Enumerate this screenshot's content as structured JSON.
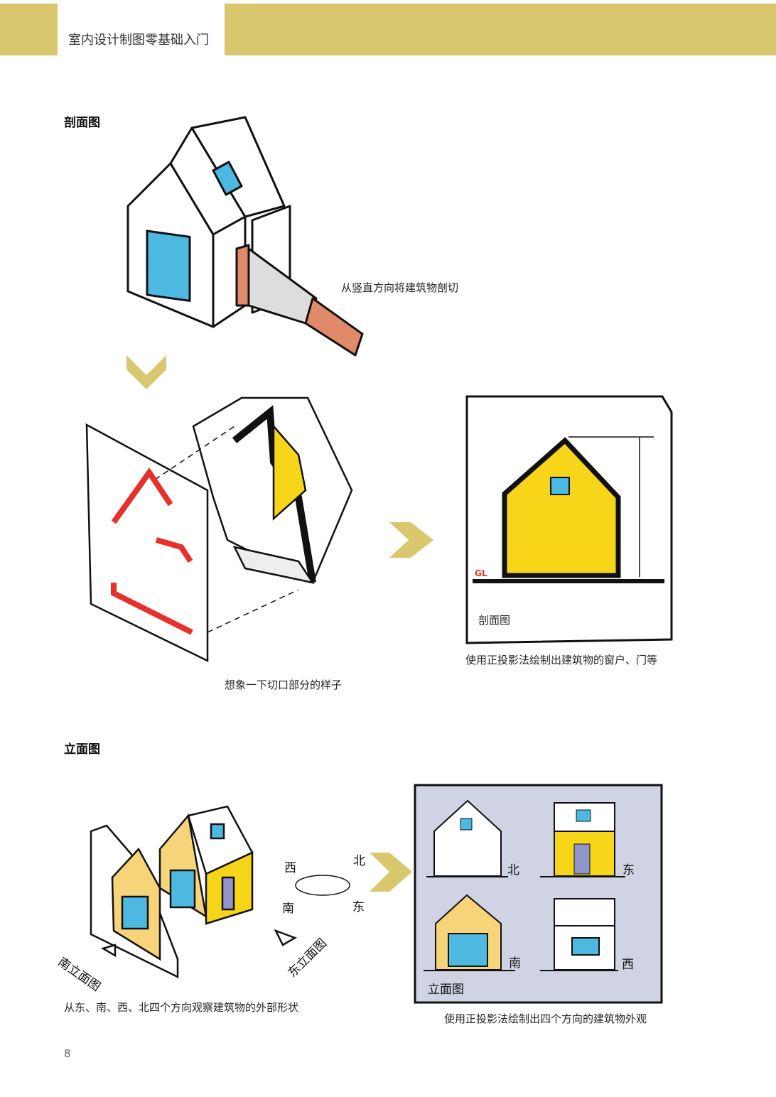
{
  "header": {
    "title": "室内设计制图零基础入门"
  },
  "section_section": {
    "heading": "剖面图",
    "caption_cut": "从竖直方向将建筑物剖切",
    "caption_imagine": "想象一下切口部分的样子",
    "drawing_label": "剖面图",
    "gl_label": "GL",
    "caption_projection": "使用正投影法绘制出建筑物的窗户、门等"
  },
  "section_elevation": {
    "heading": "立面图",
    "compass": {
      "west": "西",
      "north": "北",
      "south": "南",
      "east": "东"
    },
    "south_view_label": "南立面图",
    "east_view_label": "东立面图",
    "caption_observe": "从东、南、西、北四个方向观察建筑物的外部形状",
    "panel": {
      "north": "北",
      "east": "东",
      "south": "南",
      "west": "西",
      "title": "立面图"
    },
    "caption_projection": "使用正投影法绘制出四个方向的建筑物外观"
  },
  "footer": {
    "page_number": "8"
  },
  "colors": {
    "accent": "#d9c76e",
    "yellow": "#f7d619",
    "blue": "#4db8e0",
    "red": "#e8302a",
    "panel": "#cfd3e3"
  }
}
